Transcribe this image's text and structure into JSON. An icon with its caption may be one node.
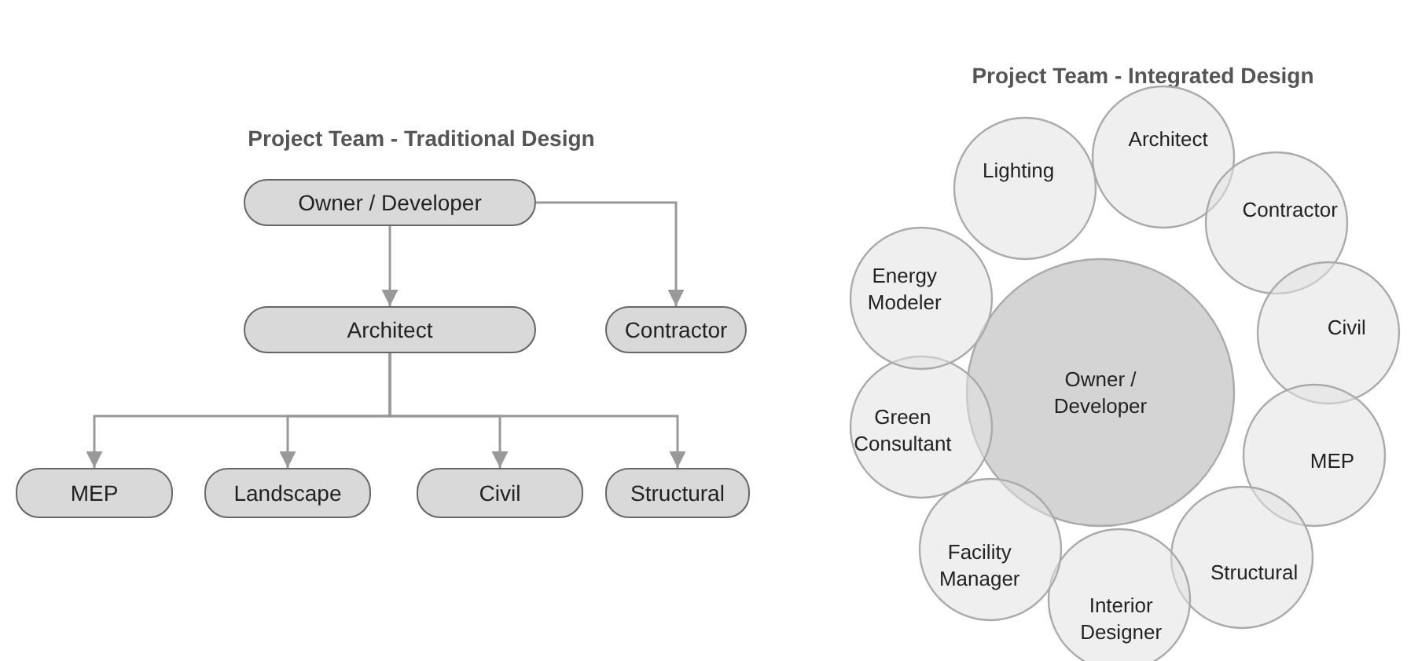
{
  "diagram": {
    "nodes": [
      {
        "text": [
          "Owner / Developer"
        ]
      },
      {
        "text": [
          "Architect"
        ]
      },
      {
        "text": [
          "Contractor"
        ]
      },
      {
        "text": [
          "MEP"
        ]
      },
      {
        "text": [
          "Landscape"
        ]
      },
      {
        "text": [
          "Civil"
        ]
      },
      {
        "text": [
          "Structural"
        ]
      },
      {
        "text": [
          "Owner / Developer"
        ]
      },
      {
        "text": [
          "Architect"
        ]
      },
      {
        "text": [
          "Contractor"
        ]
      },
      {
        "text": [
          "Civil"
        ]
      },
      {
        "text": [
          "MEP"
        ]
      },
      {
        "text": [
          "Structural"
        ]
      },
      {
        "text": [
          "Interior Designer"
        ]
      },
      {
        "text": [
          "Facility Manager"
        ]
      },
      {
        "text": [
          "Green Consultant"
        ]
      },
      {
        "text": [
          "Energy Modeler"
        ]
      },
      {
        "text": [
          "Lighting"
        ]
      }
    ],
    "edges": [
      {
        "from": 0,
        "to": 1,
        "arrow": "to"
      },
      {
        "from": 0,
        "to": 2,
        "arrow": "to"
      },
      {
        "from": 1,
        "to": 3,
        "arrow": "to"
      },
      {
        "from": 1,
        "to": 4,
        "arrow": "to"
      },
      {
        "from": 1,
        "to": 5,
        "arrow": "to"
      },
      {
        "from": 1,
        "to": 6,
        "arrow": "to"
      }
    ],
    "labels": [
      "Project Team - Integrated Design",
      "Project Team - Traditional Design"
    ]
  }
}
